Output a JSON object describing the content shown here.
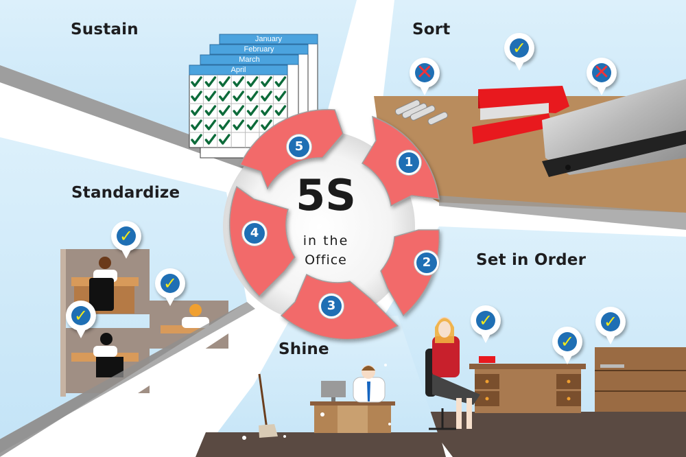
{
  "title": {
    "main": "5S",
    "sub_line1": "in the",
    "sub_line2": "Office"
  },
  "steps": [
    {
      "number": "1",
      "label": "Sort"
    },
    {
      "number": "2",
      "label": "Set in Order"
    },
    {
      "number": "3",
      "label": "Shine"
    },
    {
      "number": "4",
      "label": "Standardize"
    },
    {
      "number": "5",
      "label": "Sustain"
    }
  ],
  "calendar": {
    "months": [
      "January",
      "February",
      "March",
      "April"
    ],
    "front_month": "April",
    "checked_days": 31
  },
  "markers": {
    "sort": [
      "reject-icon",
      "approve-icon",
      "reject-icon"
    ],
    "set_in_order": [
      "approve-icon",
      "approve-icon",
      "approve-icon"
    ],
    "standardize": [
      "approve-icon",
      "approve-icon",
      "approve-icon"
    ]
  },
  "colors": {
    "sky": "#cfe9f9",
    "ring": "#f26a6a",
    "ring_edge": "#9a9a9a",
    "badge": "#1f6fb4",
    "check_yellow": "#f4ea1a",
    "cross_red": "#f0333a",
    "calendar_header": "#4ba3de",
    "calendar_check": "#0d6b3a",
    "desk": "#b78a5b",
    "floor": "#5a4a42"
  }
}
